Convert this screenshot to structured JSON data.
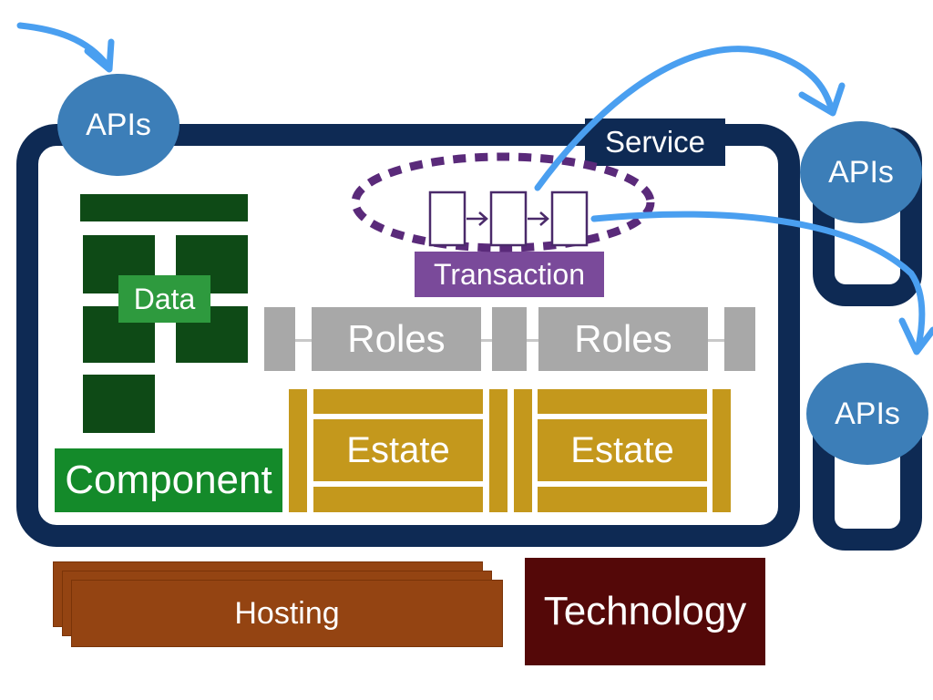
{
  "labels": {
    "apis_left": "APIs",
    "apis_right_top": "APIs",
    "apis_right_bottom": "APIs",
    "service": "Service",
    "transaction": "Transaction",
    "data": "Data",
    "roles_1": "Roles",
    "roles_2": "Roles",
    "estate_1": "Estate",
    "estate_2": "Estate",
    "component": "Component",
    "hosting": "Hosting",
    "technology": "Technology"
  },
  "colors": {
    "service_border": "#0e2a54",
    "api_blue": "#3c7eb8",
    "arrow_blue": "#4a9ff0",
    "data_dark_green": "#0e4a16",
    "data_label_green": "#2e9a3e",
    "component_green": "#148a2a",
    "roles_gray": "#a8a8a8",
    "estate_gold": "#c4981c",
    "transaction_purple": "#7a4a9a",
    "hosting_orange": "#944412",
    "technology_maroon": "#540808"
  }
}
